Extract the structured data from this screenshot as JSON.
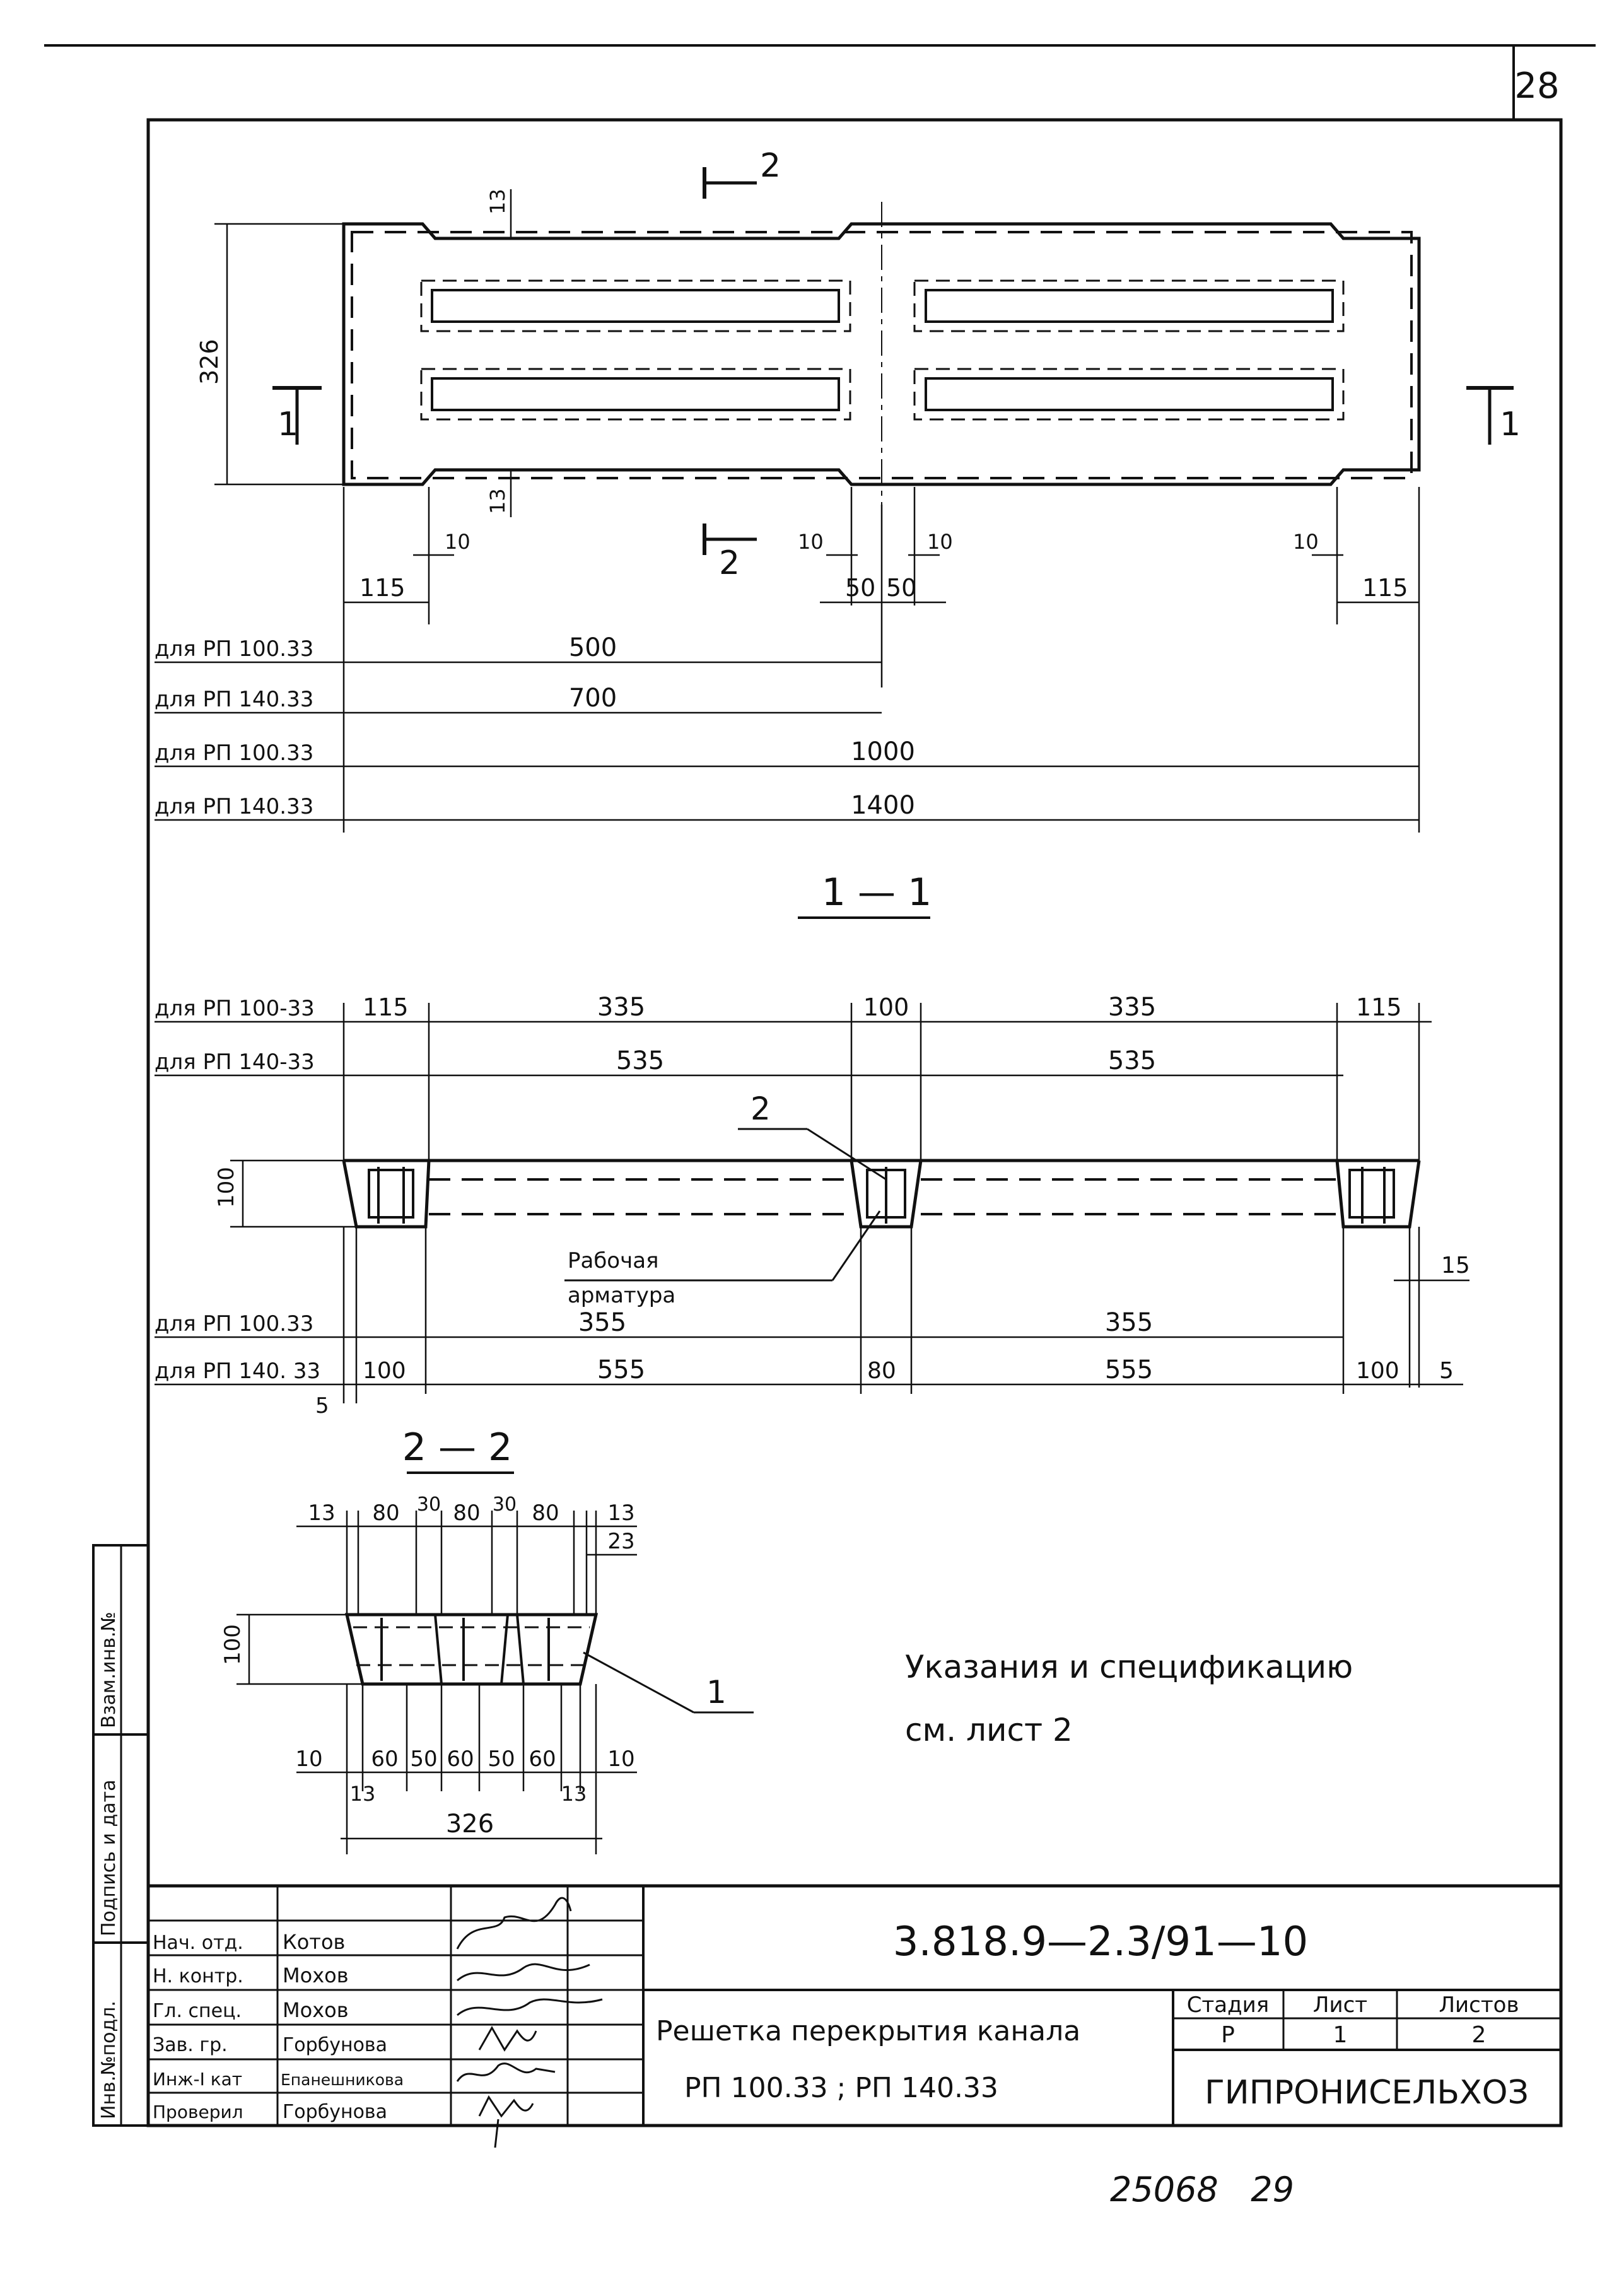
{
  "sheet": {
    "page_number": "28",
    "footer_numbers": "25068   29",
    "note_line1": "Указания  и  спецификацию",
    "note_line2": "см. лист 2"
  },
  "side_stamp": {
    "inv_podl": "Инв.№подл.",
    "podpis": "Подпись и дата",
    "vzam": "Взам.инв.№"
  },
  "plan": {
    "cut2_top": "2",
    "cut2_bottom": "2",
    "cut1_left": "1",
    "cut1_right": "1",
    "dim_height": "326",
    "dim_13_top": "13",
    "dim_13_bottom": "13",
    "dim_10_a": "10",
    "dim_10_b": "10",
    "dim_10_c": "10",
    "dim_10_d": "10",
    "dim_115_left": "115",
    "dim_115_right": "115",
    "dim_50_a": "50",
    "dim_50_b": "50",
    "rows": [
      {
        "label": "для РП 100.33",
        "value": "500"
      },
      {
        "label": "для РП 140.33",
        "value": "700"
      },
      {
        "label": "для РП 100.33",
        "value": "1000"
      },
      {
        "label": "для РП 140.33",
        "value": "1400"
      }
    ]
  },
  "section11": {
    "title": "1 — 1",
    "label_top1": "для РП 100-33",
    "label_top2": "для РП 140-33",
    "label_bot1": "для РП 100.33",
    "label_bot2": "для РП 140. 33",
    "top_115_left": "115",
    "top_335_left": "335",
    "top_100": "100",
    "top_335_right": "335",
    "top_115_right": "115",
    "top_535_left": "535",
    "top_535_right": "535",
    "dim_height": "100",
    "callout_2": "2",
    "rebar_label1": "Рабочая",
    "rebar_label2": "арматура",
    "dim_15": "15",
    "bot_355_left": "355",
    "bot_355_right": "355",
    "bot_100_left": "100",
    "bot_555_left": "555",
    "bot_80": "80",
    "bot_555_right": "555",
    "bot_100_right": "100",
    "dim_5_right": "5",
    "dim_5_left": "5"
  },
  "section22": {
    "title": "2 — 2",
    "top_dims": [
      "13",
      "80",
      "30",
      "80",
      "30",
      "80",
      "13"
    ],
    "dim_23": "23",
    "dim_height": "100",
    "callout_1": "1",
    "bot_dims": [
      "10",
      "60",
      "50",
      "60",
      "50",
      "60",
      "10"
    ],
    "dim_13_left": "13",
    "dim_13_right": "13",
    "total": "326"
  },
  "titleblock": {
    "doc_code": "3.818.9—2.3/91—10",
    "title_line1": "Решетка перекрытия канала",
    "title_line2": "РП 100.33 ;  РП 140.33",
    "stage_label": "Стадия",
    "sheet_label": "Лист",
    "sheets_label": "Листов",
    "stage_value": "Р",
    "sheet_value": "1",
    "sheets_value": "2",
    "org": "ГИПРОНИСЕЛЬХОЗ",
    "people": [
      {
        "role": "Нач. отд.",
        "name": "Котов"
      },
      {
        "role": "Н. контр.",
        "name": "Мохов"
      },
      {
        "role": "Гл. спец.",
        "name": "Мохов"
      },
      {
        "role": "Зав. гр.",
        "name": "Горбунова"
      },
      {
        "role": "Инж-I кат",
        "name": "Епанешникова"
      },
      {
        "role": "Проверил",
        "name": "Горбунова"
      }
    ]
  }
}
